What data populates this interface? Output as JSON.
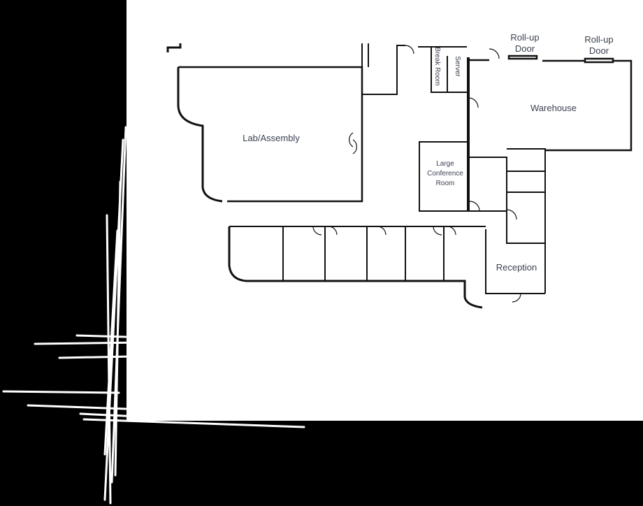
{
  "floor_plan": {
    "rooms": {
      "lab_assembly": "Lab/Assembly",
      "warehouse": "Warehouse",
      "break_room": "Break Room",
      "server": "Server",
      "large_conference_line1": "Large",
      "large_conference_line2": "Conference",
      "large_conference_line3": "Room",
      "reception": "Reception"
    },
    "doors": {
      "rollup_1_line1": "Roll-up",
      "rollup_1_line2": "Door",
      "rollup_2_line1": "Roll-up",
      "rollup_2_line2": "Door"
    }
  },
  "colors": {
    "background": "#000000",
    "paper": "#ffffff",
    "wall": "#111111",
    "label": "#3a4150"
  }
}
